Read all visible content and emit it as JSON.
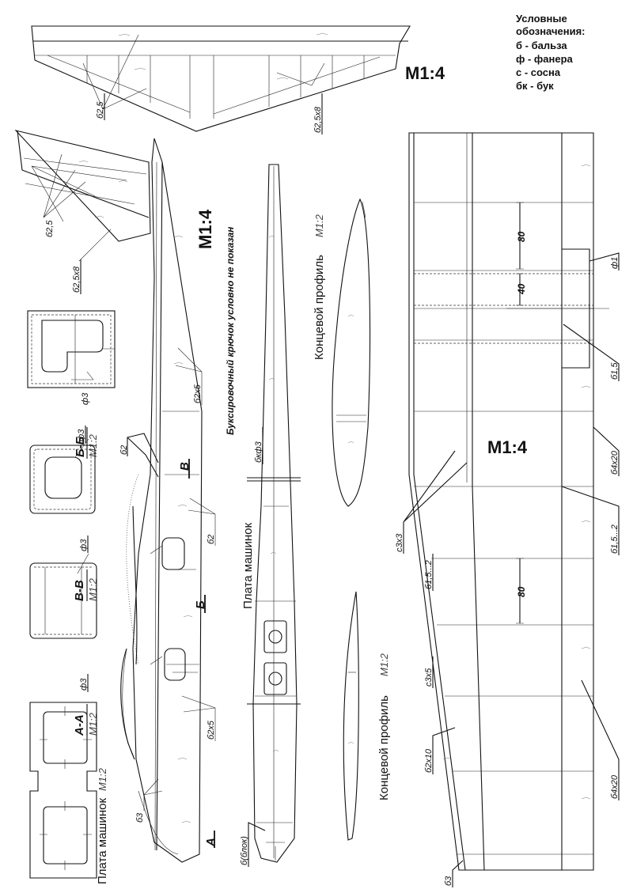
{
  "legend": {
    "title_1": "Условные",
    "title_2": "обозначения:",
    "items": [
      "б  -  бальза",
      "ф - фанера",
      "с -  сосна",
      "бк - бук"
    ]
  },
  "scales": {
    "top": "М1:4",
    "fuselage": "М1:4",
    "wing": "М1:4",
    "half": "М1:2"
  },
  "notes": {
    "tow_hook": "Буксировочный крючок условно не показан",
    "root_profile": "Концевой профиль",
    "tip_profile": "Концевой профиль",
    "servo_plate_mid": "Плата машинок",
    "servo_plate_left": "Плата машинок"
  },
  "sections": {
    "bb": "Б-Б",
    "vv": "В-В",
    "aa": "А-А"
  },
  "markers": {
    "v": "В",
    "b": "Б",
    "a": "А"
  },
  "labels": {
    "stab_b25": "б2,5",
    "stab_b25x8": "б2,5х8",
    "fin_b25": "б2,5",
    "fin_b25x8": "б2,5х8",
    "ph3_bb": "ф3",
    "ph3_vv": "ф3",
    "ph3_vv_bot": "ф3",
    "ph3_aa": "ф3",
    "b2x5_top": "б2х5",
    "b2": "б2",
    "b2_lower": "б2",
    "b2x5_bottom": "б2х5",
    "b3_fus": "б3",
    "bk3": "бкф3",
    "b_block": "б(блок)",
    "ph1": "ф1",
    "b15": "б1,5",
    "b4x20_top": "б4х20",
    "b15_2_a": "б1,5...2",
    "c3x3": "с3х3",
    "b15_2_b": "б1,5...2",
    "c3x5": "с3х5",
    "b2x10": "б2х10",
    "b4x20_bottom": "б4х20",
    "b3_wing": "б3"
  },
  "dimensions": {
    "d80_top": "80",
    "d40": "40",
    "d80_bottom": "80"
  }
}
